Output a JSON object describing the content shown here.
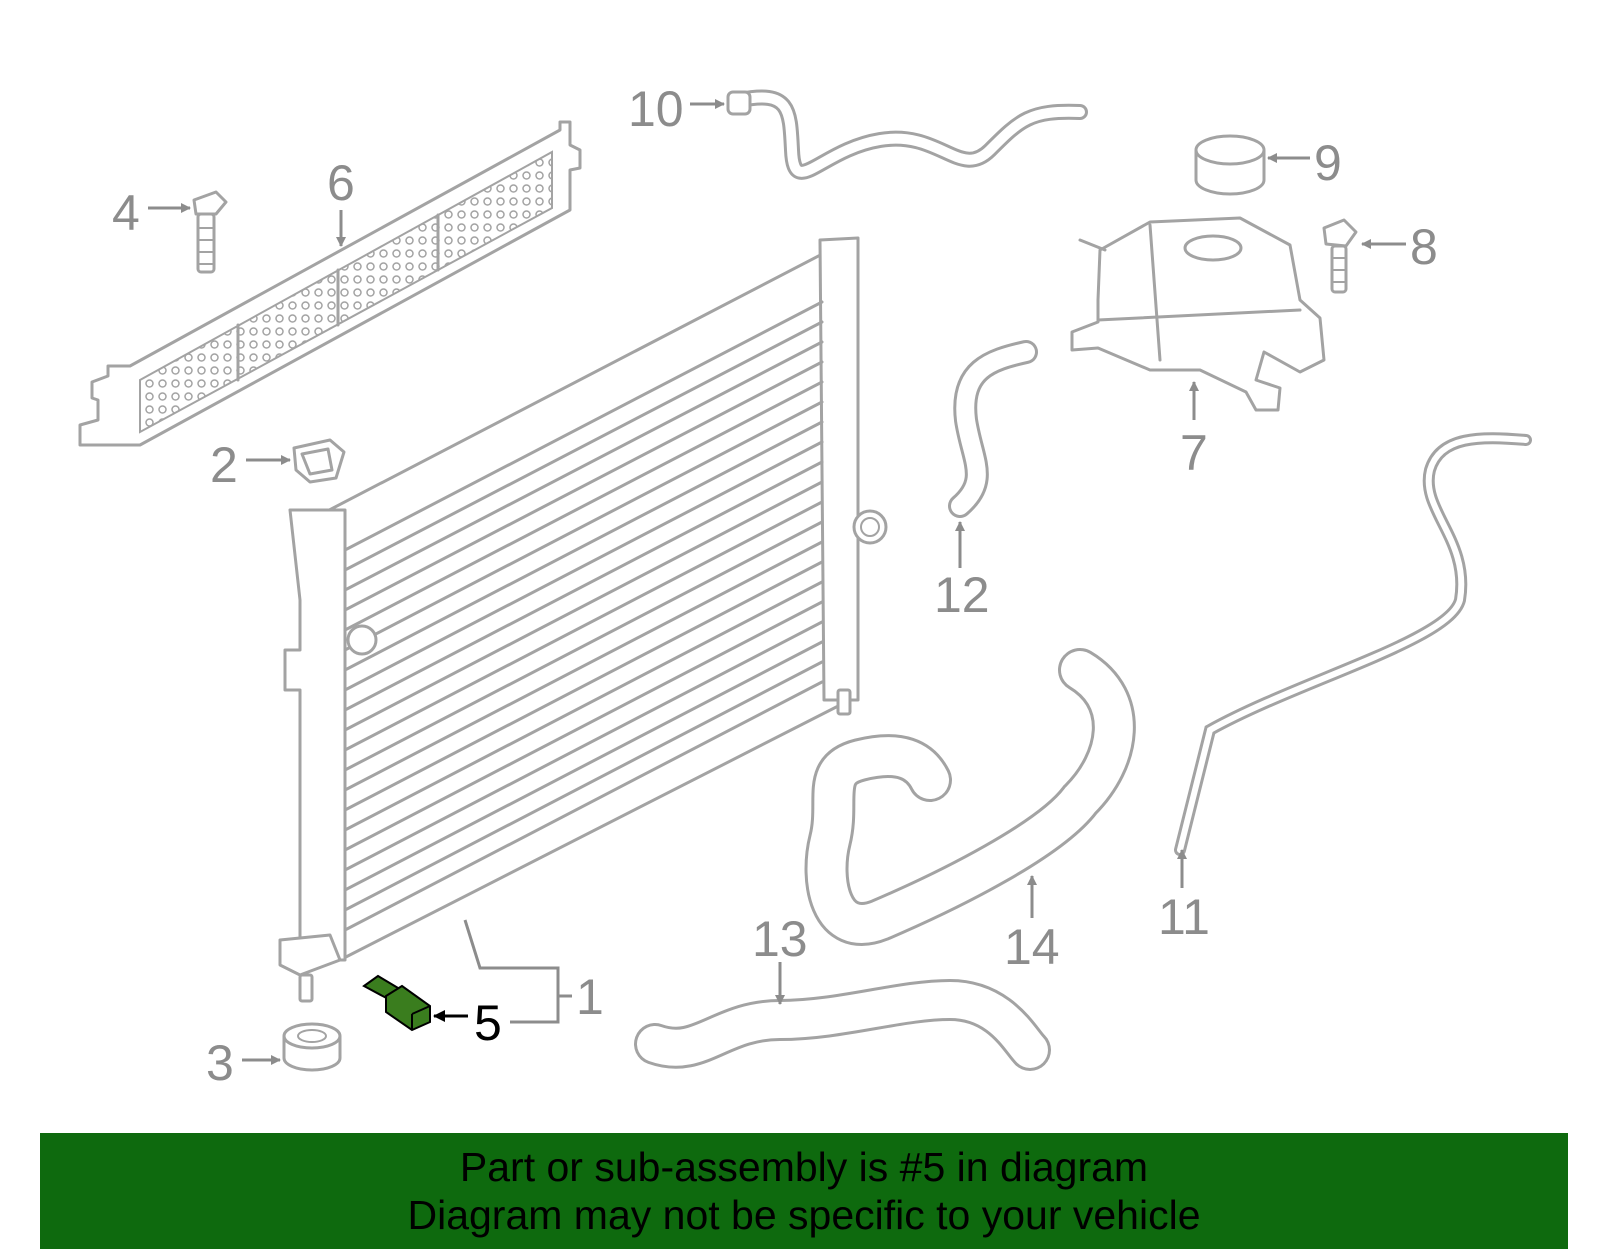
{
  "diagram": {
    "highlight_color": "#3a7d1e",
    "part_color": "#a3a3a3",
    "callouts": {
      "c1": "1",
      "c2": "2",
      "c3": "3",
      "c4": "4",
      "c5": "5",
      "c6": "6",
      "c7": "7",
      "c8": "8",
      "c9": "9",
      "c10": "10",
      "c11": "11",
      "c12": "12",
      "c13": "13",
      "c14": "14"
    },
    "highlighted_part": "5"
  },
  "banner": {
    "background": "#0e6a0e",
    "line1": "Part or sub-assembly is #5 in diagram",
    "line2": "Diagram may not be specific to your vehicle"
  }
}
